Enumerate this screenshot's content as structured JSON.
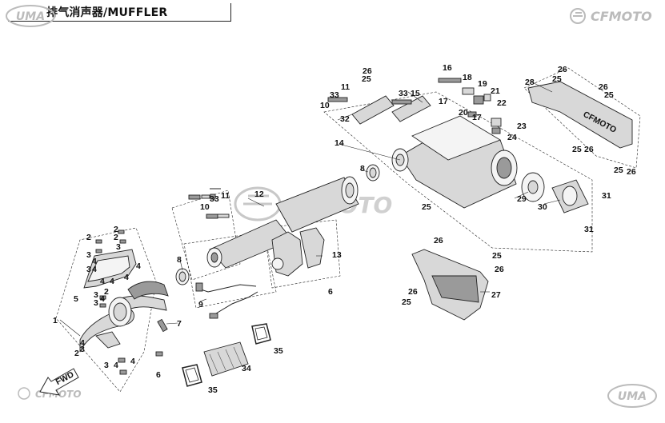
{
  "title": "排气消声器/MUFFLER",
  "brand_logo_left": "UMA",
  "brand_logo_right": "UMA",
  "brand_cfmoto_top": "CFMOTO",
  "brand_cfmoto_bottom": "CFMOTO",
  "watermark": "CFMOTO",
  "direction_label": "FWD",
  "callouts": {
    "c1": "1",
    "c2a": "2",
    "c2b": "2",
    "c2c": "2",
    "c2d": "2",
    "c3a": "3",
    "c3b": "3",
    "c3c": "3",
    "c3d": "3",
    "c4a": "4",
    "c4b": "4",
    "c4c": "4",
    "c4d": "4",
    "c4e": "4",
    "c4f": "4",
    "c4g": "4",
    "c5": "5",
    "c6a": "6",
    "c6b": "6",
    "c7": "7",
    "c8a": "8",
    "c8b": "8",
    "c9": "9",
    "c10a": "10",
    "c10b": "10",
    "c11a": "11",
    "c11b": "11",
    "c12": "12",
    "c13": "13",
    "c14": "14",
    "c15": "15",
    "c16": "16",
    "c17a": "17",
    "c17b": "17",
    "c18": "18",
    "c19": "19",
    "c20": "20",
    "c21": "21",
    "c22": "22",
    "c23": "23",
    "c24": "24",
    "c25a": "25",
    "c25b": "25",
    "c25c": "25",
    "c25d": "25",
    "c25e": "25",
    "c25f": "25",
    "c25g": "25",
    "c25h": "25",
    "c26a": "26",
    "c26b": "26",
    "c26c": "26",
    "c26d": "26",
    "c26e": "26",
    "c26f": "26",
    "c26g": "26",
    "c26h": "26",
    "c27": "27",
    "c28": "28",
    "c29": "29",
    "c30": "30",
    "c31a": "31",
    "c31b": "31",
    "c32": "32",
    "c33a": "33",
    "c33b": "33",
    "c33c": "33",
    "c34": "34",
    "c35a": "35",
    "c35b": "35",
    "c3e": "3",
    "c3f": "3",
    "c4h": "4",
    "c4i": "4",
    "c2e": "2",
    "c3g": "3",
    "c4j": "4"
  }
}
